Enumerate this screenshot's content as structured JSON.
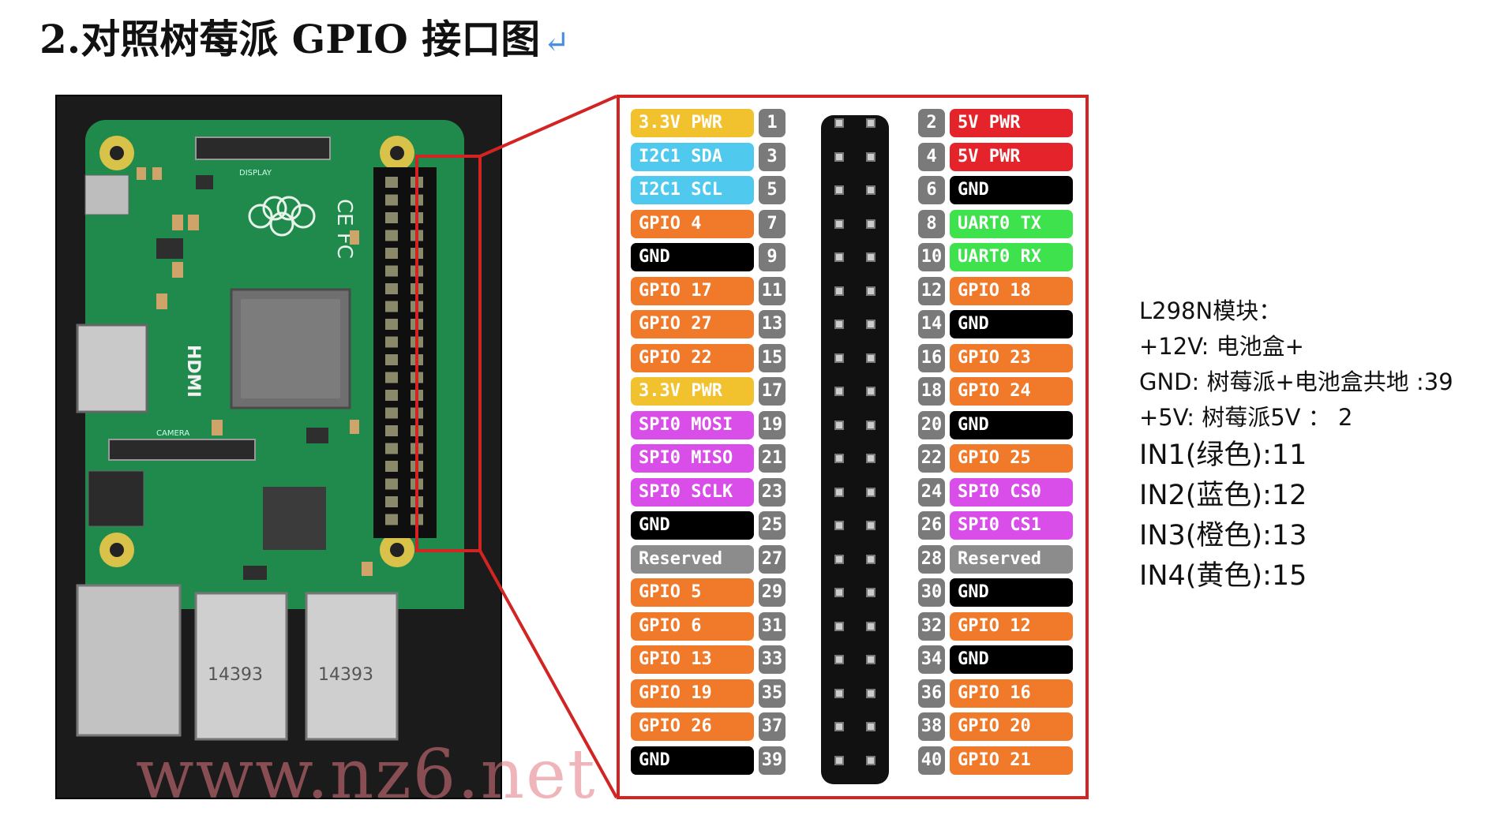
{
  "title": "2.对照树莓派 GPIO 接口图",
  "title_mark": "↵",
  "photo": {
    "hdmi_label": "HDMI",
    "display_label": "DISPLAY",
    "camera_label": "CAMERA",
    "usb_port_numbers": [
      "14393",
      "14393"
    ],
    "watermark": "www.nz6.net"
  },
  "colors": {
    "power33": "#f2c12e",
    "power5": "#e5232a",
    "i2c": "#4fc9ee",
    "gpio": "#f07a2a",
    "gnd": "#000000",
    "uart": "#3ee24c",
    "spi": "#d94ee8",
    "reserved": "#8c8c8c",
    "callout": "#d32424",
    "board": "#1f8a4c"
  },
  "pins": {
    "left": [
      {
        "num": "1",
        "label": "3.3V PWR",
        "type": "power33"
      },
      {
        "num": "3",
        "label": "I2C1 SDA",
        "type": "i2c"
      },
      {
        "num": "5",
        "label": "I2C1 SCL",
        "type": "i2c"
      },
      {
        "num": "7",
        "label": "GPIO 4",
        "type": "gpio"
      },
      {
        "num": "9",
        "label": "GND",
        "type": "gnd"
      },
      {
        "num": "11",
        "label": "GPIO 17",
        "type": "gpio"
      },
      {
        "num": "13",
        "label": "GPIO 27",
        "type": "gpio"
      },
      {
        "num": "15",
        "label": "GPIO 22",
        "type": "gpio"
      },
      {
        "num": "17",
        "label": "3.3V PWR",
        "type": "power33"
      },
      {
        "num": "19",
        "label": "SPI0 MOSI",
        "type": "spi"
      },
      {
        "num": "21",
        "label": "SPI0 MISO",
        "type": "spi"
      },
      {
        "num": "23",
        "label": "SPI0 SCLK",
        "type": "spi"
      },
      {
        "num": "25",
        "label": "GND",
        "type": "gnd"
      },
      {
        "num": "27",
        "label": "Reserved",
        "type": "reserved"
      },
      {
        "num": "29",
        "label": "GPIO 5",
        "type": "gpio"
      },
      {
        "num": "31",
        "label": "GPIO 6",
        "type": "gpio"
      },
      {
        "num": "33",
        "label": "GPIO 13",
        "type": "gpio"
      },
      {
        "num": "35",
        "label": "GPIO 19",
        "type": "gpio"
      },
      {
        "num": "37",
        "label": "GPIO 26",
        "type": "gpio"
      },
      {
        "num": "39",
        "label": "GND",
        "type": "gnd"
      }
    ],
    "right": [
      {
        "num": "2",
        "label": "5V PWR",
        "type": "power5"
      },
      {
        "num": "4",
        "label": "5V PWR",
        "type": "power5"
      },
      {
        "num": "6",
        "label": "GND",
        "type": "gnd"
      },
      {
        "num": "8",
        "label": "UART0 TX",
        "type": "uart"
      },
      {
        "num": "10",
        "label": "UART0 RX",
        "type": "uart"
      },
      {
        "num": "12",
        "label": "GPIO 18",
        "type": "gpio"
      },
      {
        "num": "14",
        "label": "GND",
        "type": "gnd"
      },
      {
        "num": "16",
        "label": "GPIO 23",
        "type": "gpio"
      },
      {
        "num": "18",
        "label": "GPIO 24",
        "type": "gpio"
      },
      {
        "num": "20",
        "label": "GND",
        "type": "gnd"
      },
      {
        "num": "22",
        "label": "GPIO 25",
        "type": "gpio"
      },
      {
        "num": "24",
        "label": "SPI0 CS0",
        "type": "spi"
      },
      {
        "num": "26",
        "label": "SPI0 CS1",
        "type": "spi"
      },
      {
        "num": "28",
        "label": "Reserved",
        "type": "reserved"
      },
      {
        "num": "30",
        "label": "GND",
        "type": "gnd"
      },
      {
        "num": "32",
        "label": "GPIO 12",
        "type": "gpio"
      },
      {
        "num": "34",
        "label": "GND",
        "type": "gnd"
      },
      {
        "num": "36",
        "label": "GPIO 16",
        "type": "gpio"
      },
      {
        "num": "38",
        "label": "GPIO 20",
        "type": "gpio"
      },
      {
        "num": "40",
        "label": "GPIO 21",
        "type": "gpio"
      }
    ]
  },
  "notes": {
    "heading": "L298N模块：",
    "line_12v": "+12V: 电池盒+",
    "line_gnd": "GND: 树莓派+电池盒共地 :39",
    "line_5v": "+5V: 树莓派5V ： 2",
    "in1": "IN1(绿色):11",
    "in2": "IN2(蓝色):12",
    "in3": "IN3(橙色):13",
    "in4": "IN4(黄色):15"
  }
}
